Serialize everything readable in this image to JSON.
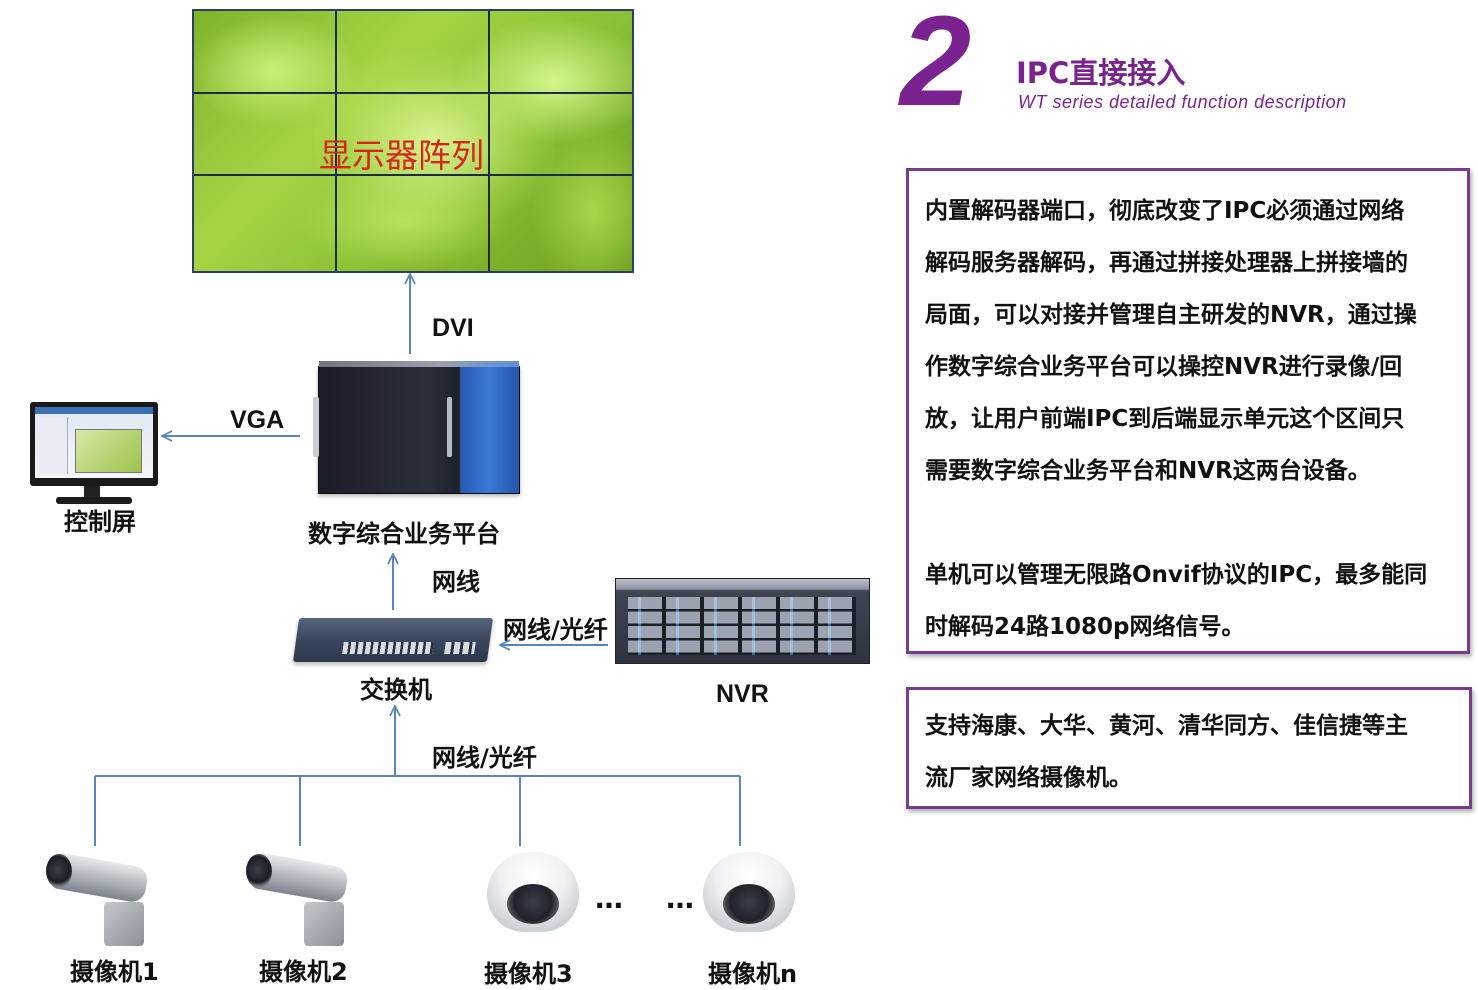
{
  "header": {
    "number": "2",
    "title": "IPC直接接入",
    "subtitle": "WT series detailed function description"
  },
  "display_wall": {
    "title": "显示器阵列",
    "rows": 3,
    "cols": 3
  },
  "links": {
    "dvi": "DVI",
    "vga": "VGA",
    "net1": "网线",
    "net_fiber_nvr": "网线/光纤",
    "net_fiber_cam": "网线/光纤"
  },
  "devices": {
    "control_screen": "控制屏",
    "platform": "数字综合业务平台",
    "switch": "交换机",
    "nvr": "NVR"
  },
  "cameras": [
    {
      "label": "摄像机1",
      "type": "bullet"
    },
    {
      "label": "摄像机2",
      "type": "bullet"
    },
    {
      "label": "摄像机3",
      "type": "dome"
    },
    {
      "label": "摄像机n",
      "type": "dome"
    }
  ],
  "ellipsis": [
    "…",
    "…"
  ],
  "panels": {
    "main_lines": [
      "内置解码器端口，彻底改变了IPC必须通过网络",
      "解码服务器解码，再通过拼接处理器上拼接墙的",
      "局面，可以对接并管理自主研发的NVR，通过操",
      "作数字综合业务平台可以操控NVR进行录像/回",
      "放，让用户前端IPC到后端显示单元这个区间只",
      "需要数字综合业务平台和NVR这两台设备。",
      "",
      "单机可以管理无限路Onvif协议的IPC，最多能同",
      "时解码24路1080p网络信号。"
    ],
    "second_lines": [
      "支持海康、大华、黄河、清华同方、佳信捷等主",
      "流厂家网络摄像机。"
    ]
  },
  "colors": {
    "accent": "#7a2390",
    "panel_border": "#7a3a8e",
    "line": "#5a86c0",
    "wall_title": "#d8261b"
  }
}
